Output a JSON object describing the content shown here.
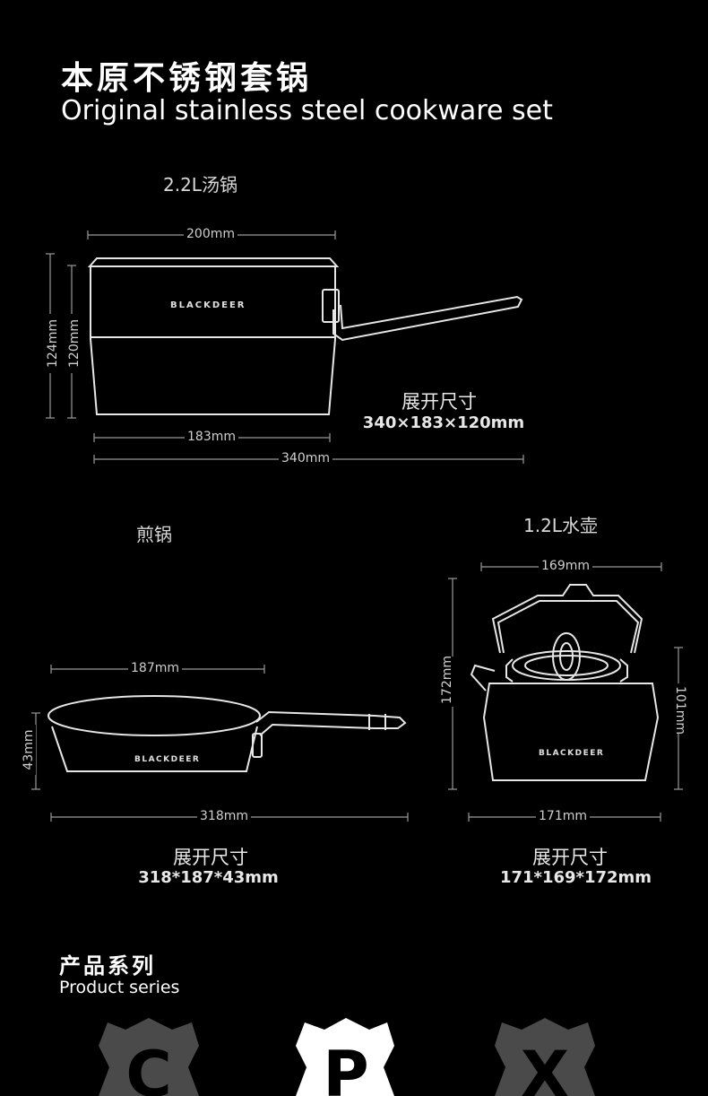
{
  "header": {
    "title_cn": "本原不锈钢套锅",
    "title_en": "Original stainless steel cookware set"
  },
  "pot": {
    "name": "2.2L汤锅",
    "brand": "BLACKDEER",
    "dim_width": "200mm",
    "dim_height_outer": "124mm",
    "dim_height_inner": "120mm",
    "dim_bottom": "183mm",
    "dim_total": "340mm",
    "spec_label": "展开尺寸",
    "spec_value": "340×183×120mm"
  },
  "pan": {
    "name": "煎锅",
    "brand": "BLACKDEER",
    "dim_width": "187mm",
    "dim_height": "43mm",
    "dim_total": "318mm",
    "spec_label": "展开尺寸",
    "spec_value": "318*187*43mm"
  },
  "kettle": {
    "name": "1.2L水壶",
    "brand": "BLACKDEER",
    "dim_top": "169mm",
    "dim_height": "172mm",
    "dim_body": "101mm",
    "dim_bottom": "171mm",
    "spec_label": "展开尺寸",
    "spec_value": "171*169*172mm"
  },
  "series": {
    "title_cn": "产品系列",
    "title_en": "Product series",
    "badges": [
      {
        "letter": "C",
        "color": "#4a4a4a"
      },
      {
        "letter": "P",
        "color": "#ffffff"
      },
      {
        "letter": "X",
        "color": "#4a4a4a"
      }
    ]
  }
}
